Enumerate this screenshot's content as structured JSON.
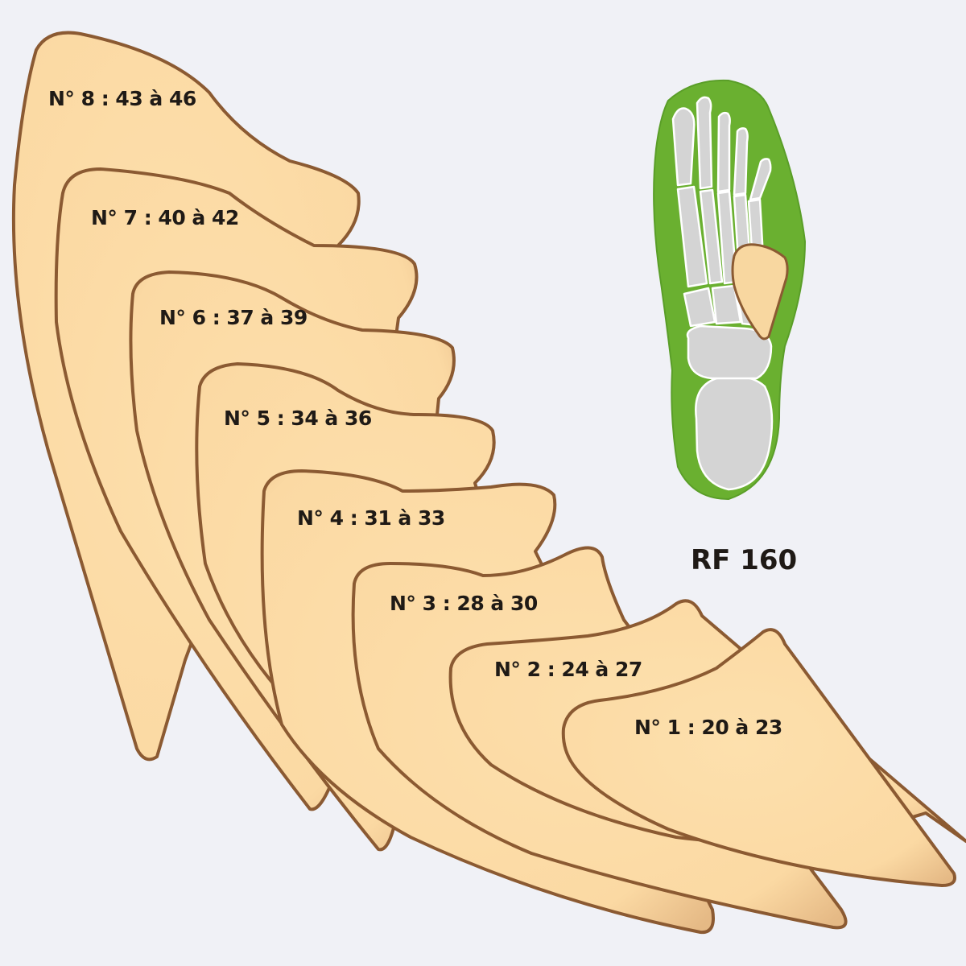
{
  "model": "RF 160",
  "sizes": [
    {
      "label": "N° 8 : 43 à 46"
    },
    {
      "label": "N° 7 : 40 à 42"
    },
    {
      "label": "N° 6 : 37 à 39"
    },
    {
      "label": "N° 5 : 34 à 36"
    },
    {
      "label": "N° 4 : 31 à 33"
    },
    {
      "label": "N° 3 : 28 à 30"
    },
    {
      "label": "N° 2 : 24 à 27"
    },
    {
      "label": "N° 1 : 20 à 23"
    }
  ],
  "colors": {
    "background": "#f0f1f6",
    "pad_fill": "#fddca6",
    "pad_shade": "#e3b67e",
    "pad_outline": "#8b5a32",
    "insole": "#6ab030",
    "bone": "#d4d4d4"
  }
}
